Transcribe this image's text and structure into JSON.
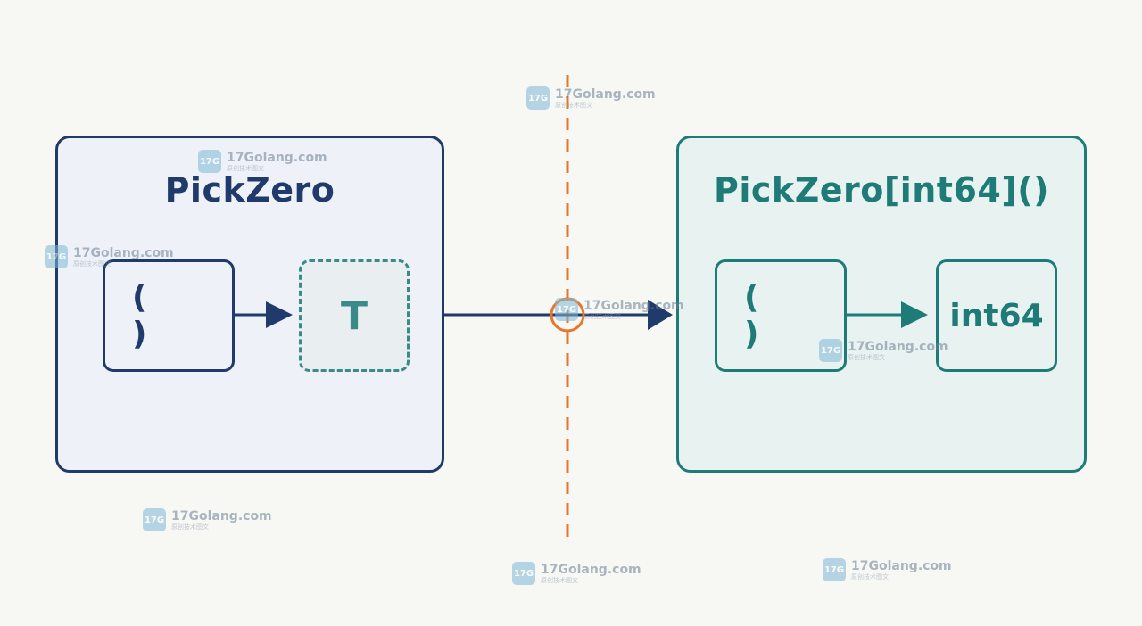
{
  "left_panel": {
    "title": "PickZero",
    "params_label": "( )",
    "type_label": "T"
  },
  "right_panel": {
    "title": "PickZero[int64]()",
    "params_label": "( )",
    "type_label": "int64"
  },
  "watermark": {
    "text": "17Golang.com",
    "subtext": "原创技术图文"
  },
  "colors": {
    "left_accent": "#1f3a6b",
    "right_accent": "#1e7b78",
    "divider": "#e8762a",
    "background": "#f7f7f4"
  }
}
